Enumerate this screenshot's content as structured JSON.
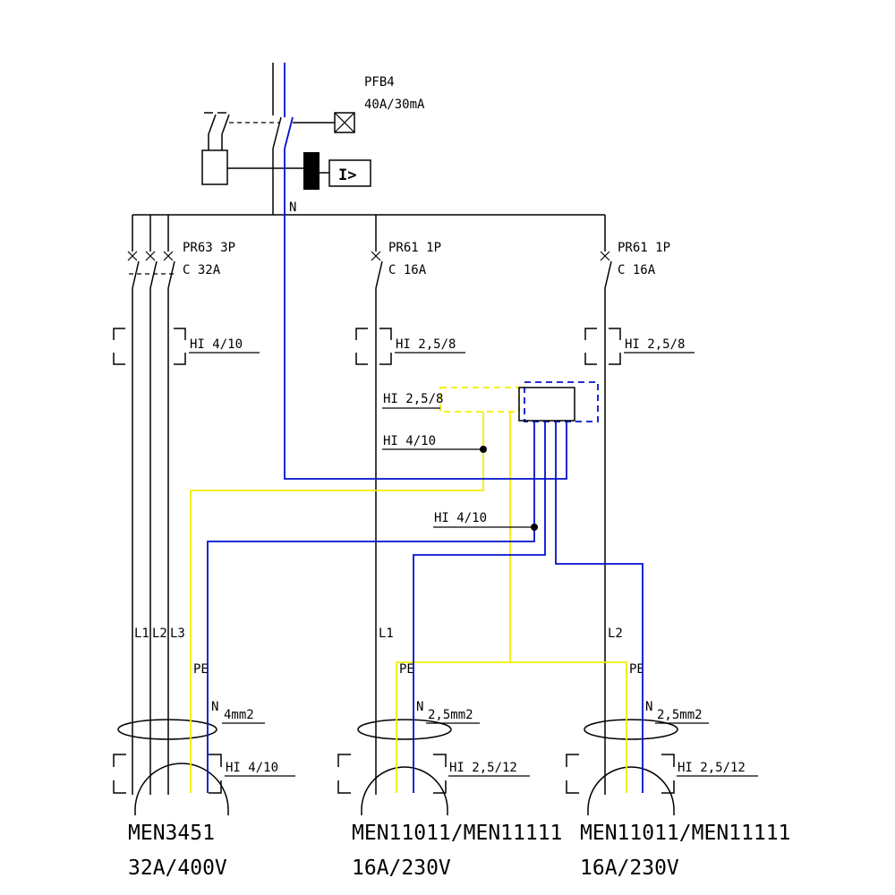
{
  "colors": {
    "phase": "#000000",
    "neutral": "#0011cc",
    "pe": "#f0ef00"
  },
  "rcd": {
    "name": "PFB4",
    "rating": "40A/30mA",
    "neutral_label": "N",
    "current_symbol": "I>"
  },
  "junction": {
    "box_label": "HI 2,5/8",
    "pe_wire_label": "HI 4/10",
    "n_wire_label": "HI 4/10"
  },
  "branches": [
    {
      "breaker": "PR63 3P",
      "curve": "C 32A",
      "cable_top": "HI 4/10",
      "phases": [
        "L1",
        "L2",
        "L3"
      ],
      "pe_label": "PE",
      "n_label": "N",
      "n_size": "4mm2",
      "cable_bottom": "HI 4/10",
      "device": "MEN3451",
      "rating": "32A/400V"
    },
    {
      "breaker": "PR61 1P",
      "curve": "C 16A",
      "cable_top": "HI 2,5/8",
      "phases": [
        "L1"
      ],
      "pe_label": "PE",
      "n_label": "N",
      "n_size": "2,5mm2",
      "cable_bottom": "HI 2,5/12",
      "device": "MEN11011/MEN11111",
      "rating": "16A/230V"
    },
    {
      "breaker": "PR61 1P",
      "curve": "C 16A",
      "cable_top": "HI 2,5/8",
      "phases": [
        "L2"
      ],
      "pe_label": "PE",
      "n_label": "N",
      "n_size": "2,5mm2",
      "cable_bottom": "HI 2,5/12",
      "device": "MEN11011/MEN11111",
      "rating": "16A/230V"
    }
  ]
}
